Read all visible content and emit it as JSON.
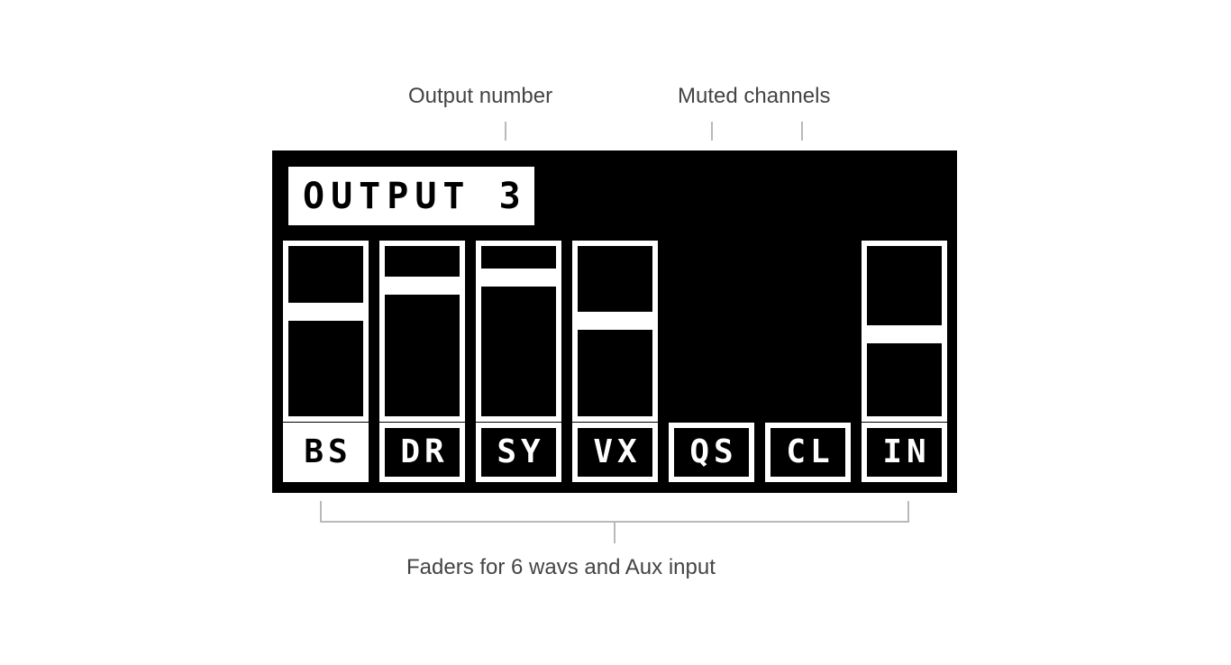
{
  "annotations": {
    "output_number": "Output number",
    "muted_channels": "Muted channels",
    "faders": "Faders for 6 wavs and Aux input"
  },
  "display": {
    "title": "OUTPUT 3",
    "channels": [
      {
        "label": "BS",
        "level": 0.63,
        "muted": false,
        "selected": true
      },
      {
        "label": "DR",
        "level": 0.8,
        "muted": false,
        "selected": false
      },
      {
        "label": "SY",
        "level": 0.85,
        "muted": false,
        "selected": false
      },
      {
        "label": "VX",
        "level": 0.57,
        "muted": false,
        "selected": false
      },
      {
        "label": "QS",
        "level": null,
        "muted": true,
        "selected": false
      },
      {
        "label": "CL",
        "level": null,
        "muted": true,
        "selected": false
      },
      {
        "label": "IN",
        "level": 0.48,
        "muted": false,
        "selected": false
      }
    ]
  }
}
